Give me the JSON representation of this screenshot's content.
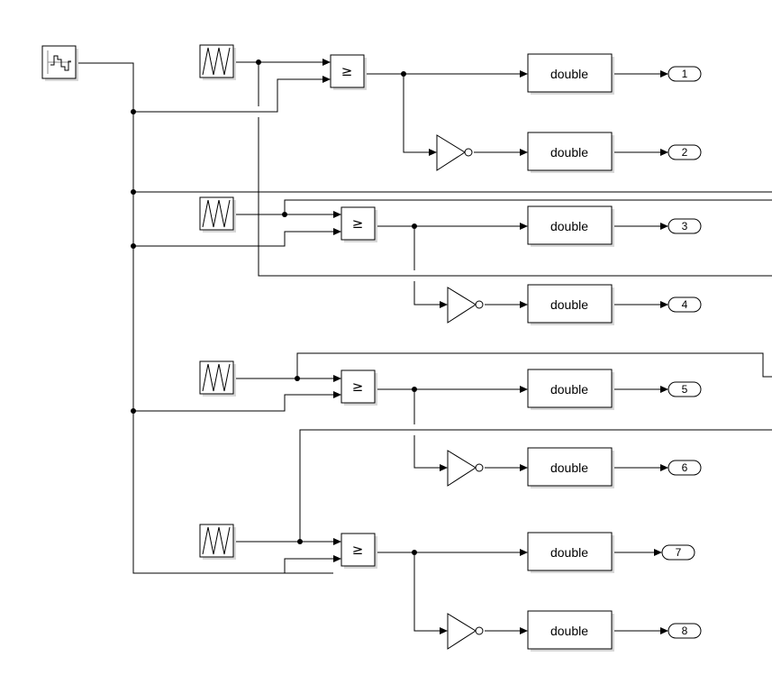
{
  "diagram": {
    "source_icon": "repeating-sequence-stair-icon",
    "carrier_icon": "triangle-wave-icon",
    "compare_label": "≥",
    "blocks": {
      "conv1": "double",
      "conv2": "double",
      "conv3": "double",
      "conv4": "double",
      "conv5": "double",
      "conv6": "double",
      "conv7": "double",
      "conv8": "double"
    },
    "outports": [
      "1",
      "2",
      "3",
      "4",
      "5",
      "6",
      "7",
      "8"
    ]
  }
}
